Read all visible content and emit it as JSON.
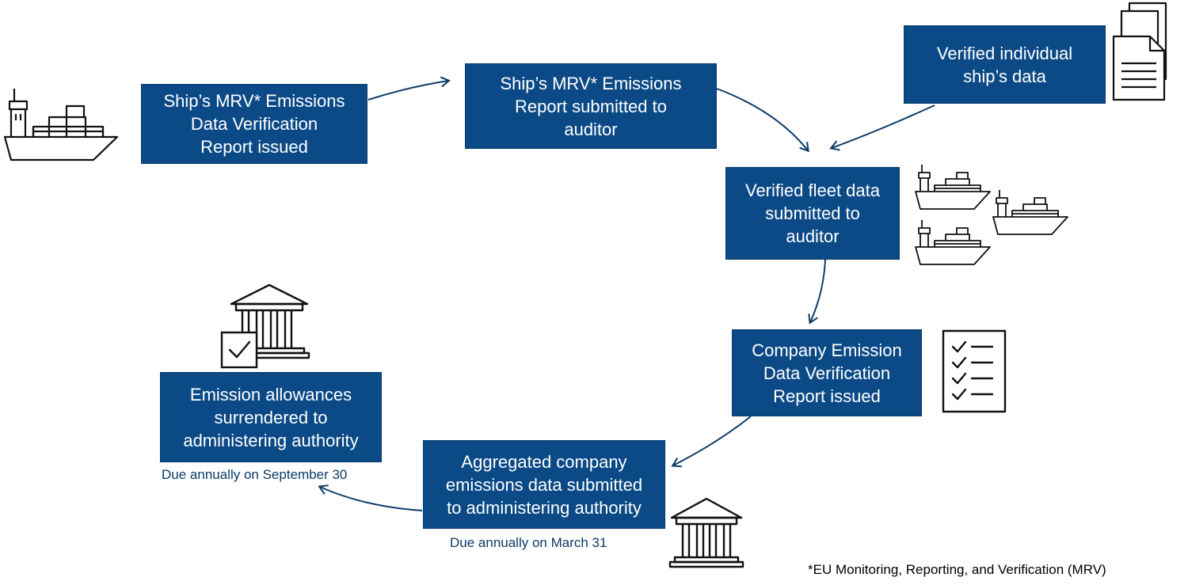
{
  "colors": {
    "box_fill": "#0b4a86",
    "box_text": "#ffffff",
    "arrow": "#0b3a66",
    "icon_stroke": "#111111"
  },
  "nodes": {
    "ship_report": {
      "lines": [
        "Ship’s MRV* Emissions",
        "Data Verification",
        "Report issued"
      ]
    },
    "submitted_auditor": {
      "lines": [
        "Ship’s MRV* Emissions",
        "Report submitted to",
        "auditor"
      ]
    },
    "verified_individual": {
      "lines": [
        "Verified individual",
        "ship’s data"
      ]
    },
    "verified_fleet": {
      "lines": [
        "Verified fleet data",
        "submitted to",
        "auditor"
      ]
    },
    "company_report": {
      "lines": [
        "Company Emission",
        "Data Verification",
        "Report issued"
      ]
    },
    "aggregated": {
      "lines": [
        "Aggregated company",
        "emissions data submitted",
        "to administering authority"
      ]
    },
    "allowances": {
      "lines": [
        "Emission allowances",
        "surrendered to",
        "administering authority"
      ]
    }
  },
  "due": {
    "september": "Due annually on September 30",
    "march": "Due annually on March 31"
  },
  "footnote": "*EU Monitoring, Reporting, and Verification (MRV)",
  "icons": [
    "cargo-ship-icon",
    "documents-icon",
    "fleet-ships-icon",
    "checklist-icon",
    "authority-building-icon",
    "approved-authority-icon"
  ]
}
